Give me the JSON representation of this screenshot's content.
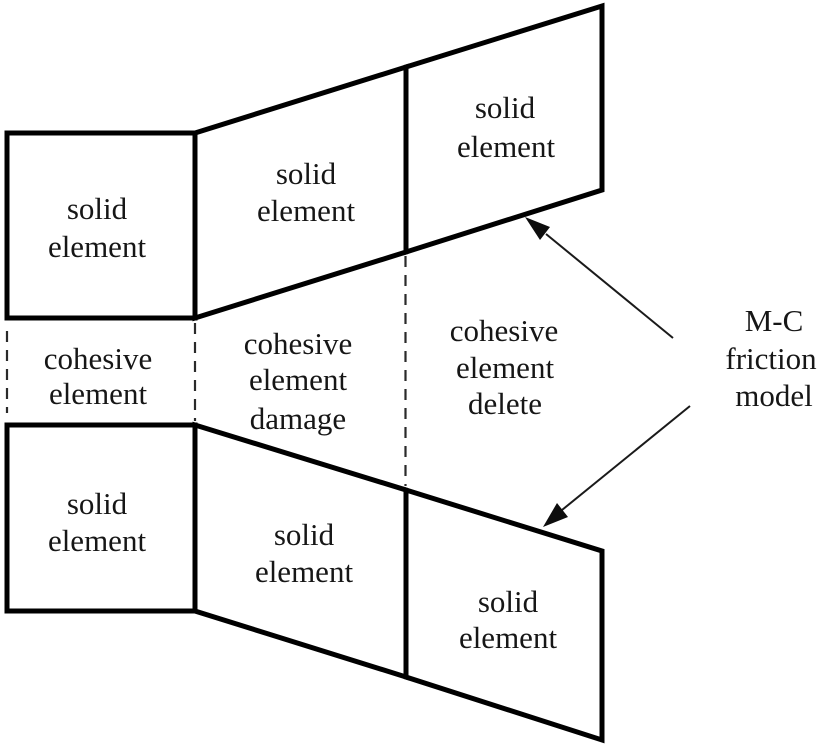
{
  "figure": {
    "description": "Finite element mesh schematic with solid elements, cohesive interface states, and M-C friction model annotation",
    "background_color": "#ffffff",
    "line_color": "#000000",
    "text_color": "#161616"
  },
  "solid_elements": [
    {
      "position": "top-left",
      "line1": "solid",
      "line2": "element"
    },
    {
      "position": "top-middle",
      "line1": "solid",
      "line2": "element"
    },
    {
      "position": "top-right",
      "line1": "solid",
      "line2": "element"
    },
    {
      "position": "bottom-left",
      "line1": "solid",
      "line2": "element"
    },
    {
      "position": "bottom-middle",
      "line1": "solid",
      "line2": "element"
    },
    {
      "position": "bottom-right",
      "line1": "solid",
      "line2": "element"
    }
  ],
  "cohesive_zones": [
    {
      "position": "left",
      "line1": "cohesive",
      "line2": "element"
    },
    {
      "position": "middle",
      "line1": "cohesive",
      "line2": "element",
      "line3": "damage"
    },
    {
      "position": "right",
      "line1": "cohesive",
      "line2": "element",
      "line3": "delete"
    }
  ],
  "annotation": {
    "line1": "M-C",
    "line2": "friction",
    "line3": "model",
    "arrow_count": 2
  }
}
